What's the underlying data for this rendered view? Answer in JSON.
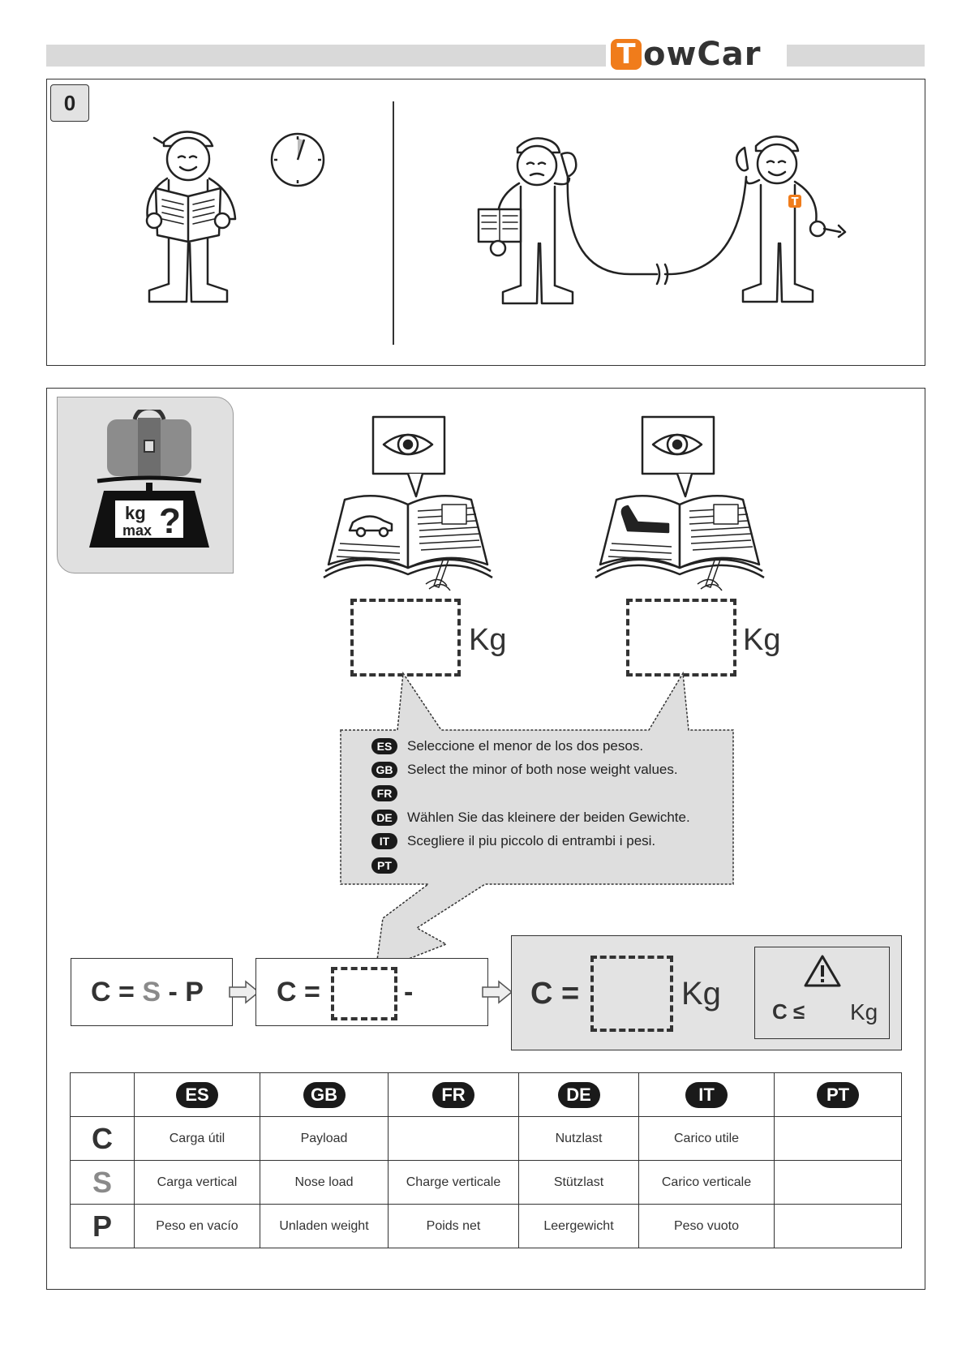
{
  "header": {
    "brand_initial": "T",
    "brand_rest": "owCar"
  },
  "step": {
    "number": "0"
  },
  "scale_icon": {
    "unit": "kg",
    "sub": "max",
    "mark": "?"
  },
  "measure": {
    "unit_left": "Kg",
    "unit_right": "Kg"
  },
  "instructions": [
    {
      "code": "ES",
      "text": "Seleccione el menor de los dos pesos."
    },
    {
      "code": "GB",
      "text": "Select the minor of both nose weight values."
    },
    {
      "code": "FR",
      "text": ""
    },
    {
      "code": "DE",
      "text": "Wählen Sie das kleinere der beiden Gewichte."
    },
    {
      "code": "IT",
      "text": "Scegliere il piu piccolo di entrambi i pesi."
    },
    {
      "code": "PT",
      "text": ""
    }
  ],
  "formula": {
    "c": "C",
    "eq": "=",
    "s": "S",
    "minus": "-",
    "p": "P",
    "result_unit": "Kg",
    "warning_prefix": "C ≤",
    "warning_unit": "Kg"
  },
  "glossary": {
    "languages": [
      "ES",
      "GB",
      "FR",
      "DE",
      "IT",
      "PT"
    ],
    "rows": [
      {
        "key": "C",
        "cells": [
          "Carga útil",
          "Payload",
          "",
          "Nutzlast",
          "Carico utile",
          ""
        ]
      },
      {
        "key": "S",
        "cells": [
          "Carga vertical",
          "Nose load",
          "Charge verticale",
          "Stützlast",
          "Carico verticale",
          ""
        ]
      },
      {
        "key": "P",
        "cells": [
          "Peso en vacío",
          "Unladen weight",
          "Poids net",
          "Leergewicht",
          "Peso vuoto",
          ""
        ]
      }
    ]
  },
  "colors": {
    "brand": "#f07c1b",
    "panel_gray": "#e0e0e0",
    "ink": "#333333"
  }
}
